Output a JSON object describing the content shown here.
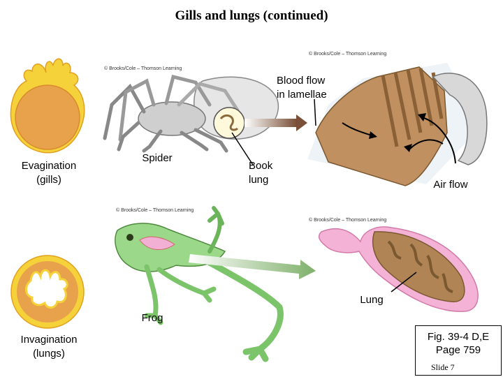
{
  "title": "Gills and lungs (continued)",
  "credits": {
    "spider": "© Brooks/Cole – Thomson Learning",
    "lamellae": "© Brooks/Cole – Thomson Learning",
    "frog": "© Brooks/Cole – Thomson Learning",
    "lung": "© Brooks/Cole – Thomson Learning"
  },
  "labels": {
    "evagination": "Evagination\n(gills)",
    "invagination": "Invagination\n(lungs)",
    "spider": "Spider",
    "book_lung": "Book\nlung",
    "blood_flow": "Blood flow\nin lamellae",
    "air_flow": "Air flow",
    "frog": "Frog",
    "lung": "Lung"
  },
  "figure_ref": "Fig. 39-4 D,E\nPage 759",
  "slide_number": "Slide 7",
  "colors": {
    "body_orange": "#e8a24c",
    "rim_yellow": "#f6d23a",
    "frog_green": "#8fd07c",
    "lung_pink": "#f2a8d0",
    "lamellae_brown": "#b58a5a",
    "spider_gray": "#c8c8c8"
  }
}
